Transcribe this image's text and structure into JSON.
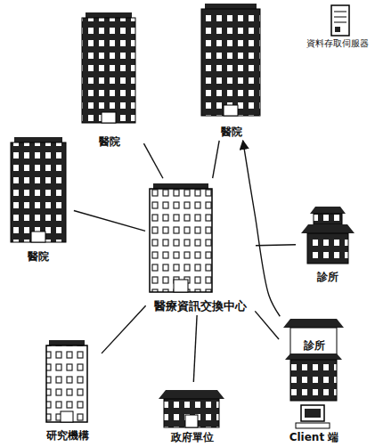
{
  "diagram": {
    "nodes": [
      {
        "text": [
          "醫院"
        ]
      },
      {
        "text": [
          "醫院"
        ]
      },
      {
        "text": [
          "醫院"
        ]
      },
      {
        "text": [
          "醫療資訊交換中心"
        ]
      },
      {
        "text": [
          "診所"
        ]
      },
      {
        "text": [
          "研究機構"
        ]
      },
      {
        "text": [
          "政府單位"
        ]
      },
      {
        "text": [
          "診所",
          "Client 端"
        ]
      }
    ],
    "edges": [
      {
        "from": 3,
        "to": 0,
        "arrow": "none"
      },
      {
        "from": 3,
        "to": 1,
        "arrow": "none"
      },
      {
        "from": 3,
        "to": 2,
        "arrow": "none"
      },
      {
        "from": 3,
        "to": 4,
        "arrow": "none"
      },
      {
        "from": 3,
        "to": 5,
        "arrow": "none"
      },
      {
        "from": 3,
        "to": 6,
        "arrow": "none"
      },
      {
        "from": 3,
        "to": 7,
        "arrow": "none"
      },
      {
        "from": 7,
        "to": 1,
        "arrow": "to"
      }
    ],
    "labels": [
      "資料存取伺服器"
    ]
  }
}
